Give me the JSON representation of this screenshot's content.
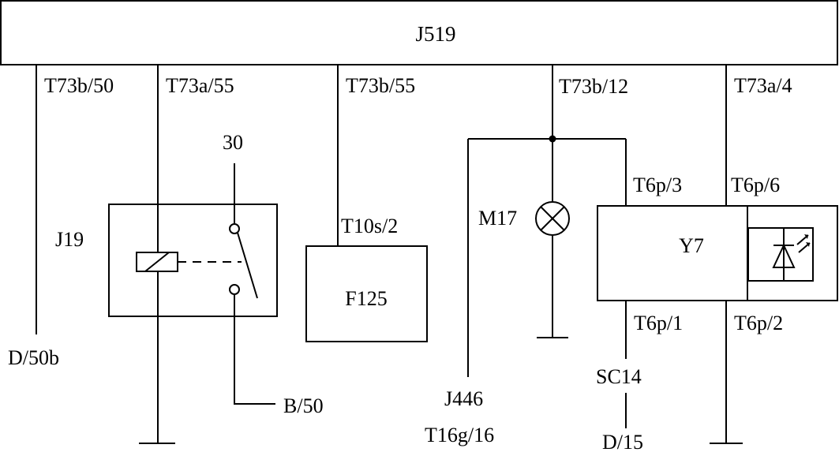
{
  "module": {
    "label": "J519"
  },
  "pins_top": {
    "p1": "T73b/50",
    "p2": "T73a/55",
    "p3": "T73b/55",
    "p4": "T73b/12",
    "p5": "T73a/4"
  },
  "relay": {
    "label": "J19",
    "supply": "30",
    "output": "B/50"
  },
  "left_wire": {
    "label": "D/50b"
  },
  "fuse": {
    "connector": "T10s/2",
    "label": "F125"
  },
  "lamp": {
    "label": "M17"
  },
  "branch": {
    "label_top": "J446",
    "label_bottom": "T16g/16"
  },
  "y7": {
    "label": "Y7",
    "pin_top_left": "T6p/3",
    "pin_top_right": "T6p/6",
    "pin_bottom_left": "T6p/1",
    "pin_bottom_right": "T6p/2",
    "splice": "SC14",
    "end": "D/15"
  },
  "colors": {
    "line": "#000000",
    "background": "#ffffff"
  }
}
